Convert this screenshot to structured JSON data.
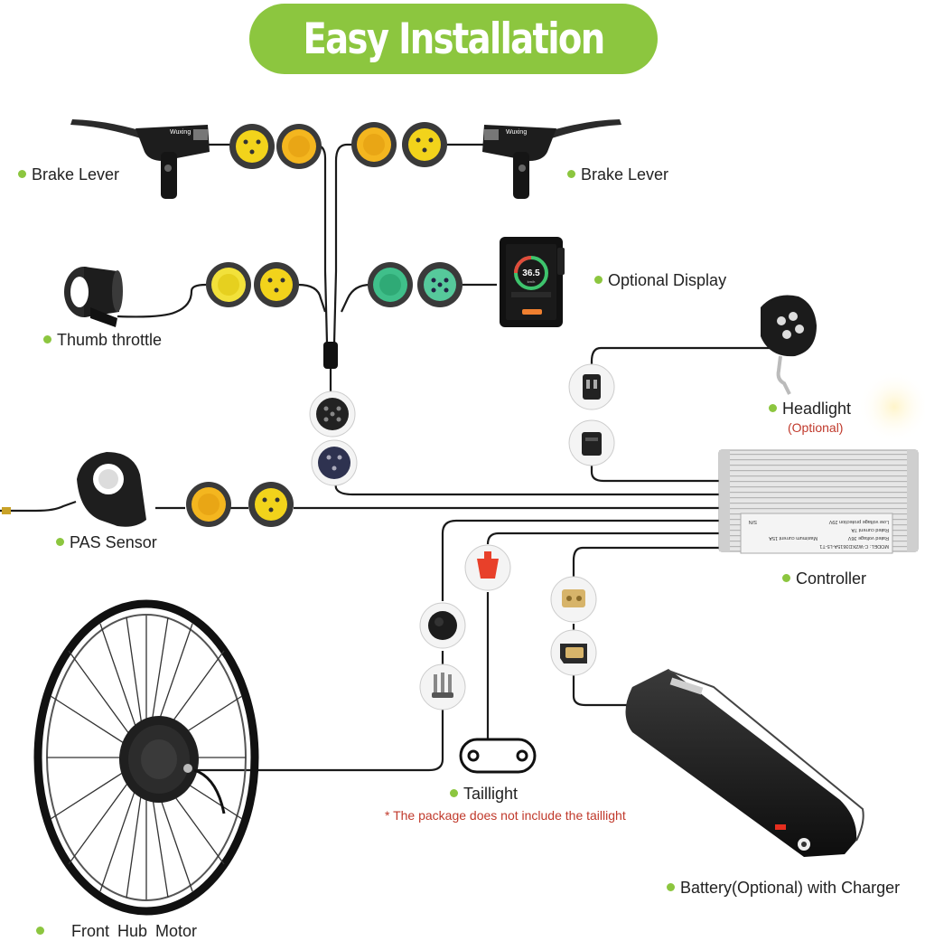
{
  "title": "Easy Installation",
  "labels": {
    "brake_left": "Brake Lever",
    "brake_right": "Brake Lever",
    "display": "Optional Display",
    "throttle": "Thumb throttle",
    "headlight": "Headlight",
    "headlight_note": "(Optional)",
    "controller": "Controller",
    "pas": "PAS Sensor",
    "taillight": "Taillight",
    "taillight_note": "* The package does not include the taillight",
    "battery": "Battery(Optional) with Charger",
    "motor": "Front Hub Motor"
  },
  "display_screen": {
    "speed": "36.5",
    "unit": "km/h"
  },
  "controller_plate": {
    "model": "MODEL: C-WZKD3615A-L5-T1",
    "voltage": "Rated voltage 36V",
    "current": "Rated current 7A",
    "max_current": "Maximum current 15A",
    "low_voltage": "Low voltage protection 29V",
    "sn": "S/N"
  },
  "colors": {
    "accent": "#8cc63f",
    "connector_yellow": "#f2d31b",
    "connector_orange": "#f4b61f",
    "connector_green": "#3fbf8a",
    "note_red": "#c0392b",
    "wire": "#1a1a1a"
  }
}
